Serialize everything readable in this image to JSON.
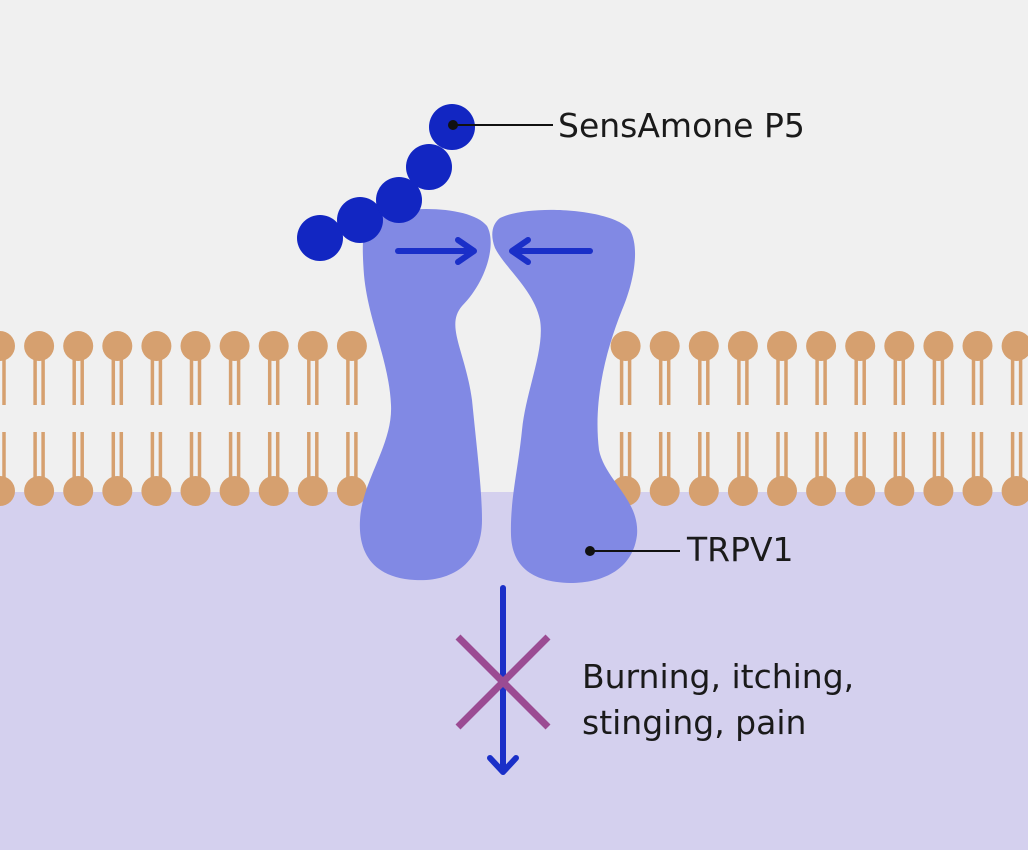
{
  "labels": {
    "peptide": "SensAmone P5",
    "receptor": "TRPV1",
    "effect_line1": "Burning, itching,",
    "effect_line2": "stinging, pain"
  },
  "colors": {
    "extracellular": "#f0f0f0",
    "intracellular": "#d4d0ee",
    "lipid": "#d6a06f",
    "channel": "#8189e4",
    "peptide": "#1226c2",
    "arrow": "#1a2fc8",
    "block_mark": "#9b4b93"
  },
  "icons": {
    "peptide": "peptide-bead-chain-icon",
    "membrane": "lipid-bilayer-icon",
    "channel": "ion-channel-icon",
    "blocked_signal": "blocked-signal-x-icon"
  }
}
